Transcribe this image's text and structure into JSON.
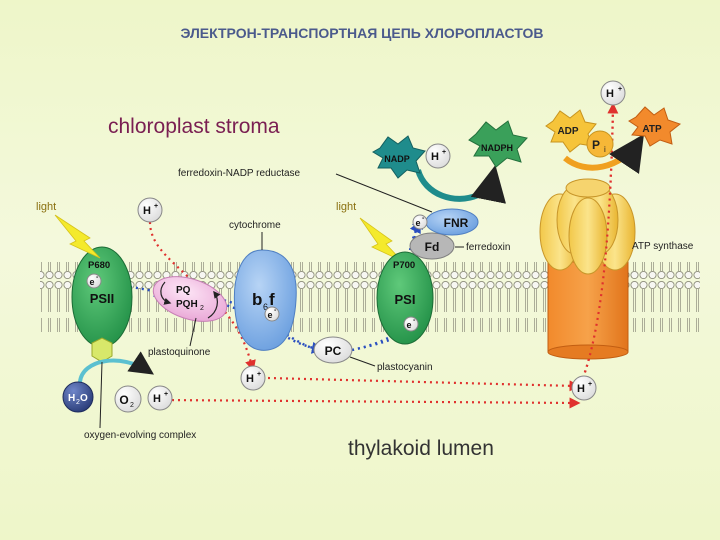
{
  "slide_title": "ЭЛЕКТРОН-ТРАНСПОРТНАЯ ЦЕПЬ ХЛОРОПЛАСТОВ",
  "regions": {
    "stroma": "chloroplast stroma",
    "lumen": "thylakoid lumen"
  },
  "labels": {
    "light_left": "light",
    "light_right": "light",
    "fnr_name": "ferredoxin-NADP reductase",
    "cytochrome": "cytochrome",
    "ferredoxin": "ferredoxin",
    "atp_synthase": "ATP synthase",
    "plastoquinone": "plastoquinone",
    "plastocyanin": "plastocyanin",
    "oec": "oxygen-evolving complex"
  },
  "molecules": {
    "nadp": "NADP",
    "nadph": "NADPH",
    "h_plus": "H",
    "adp": "ADP",
    "pi": "P",
    "pi_sub": "i",
    "atp": "ATP",
    "p680": "P680",
    "p700": "P700",
    "psii": "PSII",
    "psi": "PSI",
    "pq": "PQ",
    "pqh2": "PQH",
    "pqh2_sub": "2",
    "b6f_b": "b",
    "b6f_sub": "6",
    "b6f_f": "f",
    "pc": "PC",
    "fd": "Fd",
    "fnr": "FNR",
    "e_minus": "e",
    "h2o": "H",
    "h2o_sub": "2",
    "h2o_o": "O",
    "o2": "O",
    "o2_sub": "2"
  },
  "colors": {
    "title": "#4b5a8c",
    "stroma": "#7a1f52",
    "lumen": "#333333",
    "psystem": "#2e9e4f",
    "cytochrome": "#86b3e8",
    "pq_pink": "#f6c9e8",
    "fd_grey": "#b7b7b7",
    "fnr_blue": "#a9c4ea",
    "atp_orange": "#f08a2a",
    "atp_yellow": "#f6d36a",
    "arrow_red": "#e0312e",
    "arrow_blue": "#2a4fc0",
    "nadp_teal": "#1f8c8c",
    "nadph_green": "#3aa05a",
    "light_yellow": "#f4ea2c"
  }
}
